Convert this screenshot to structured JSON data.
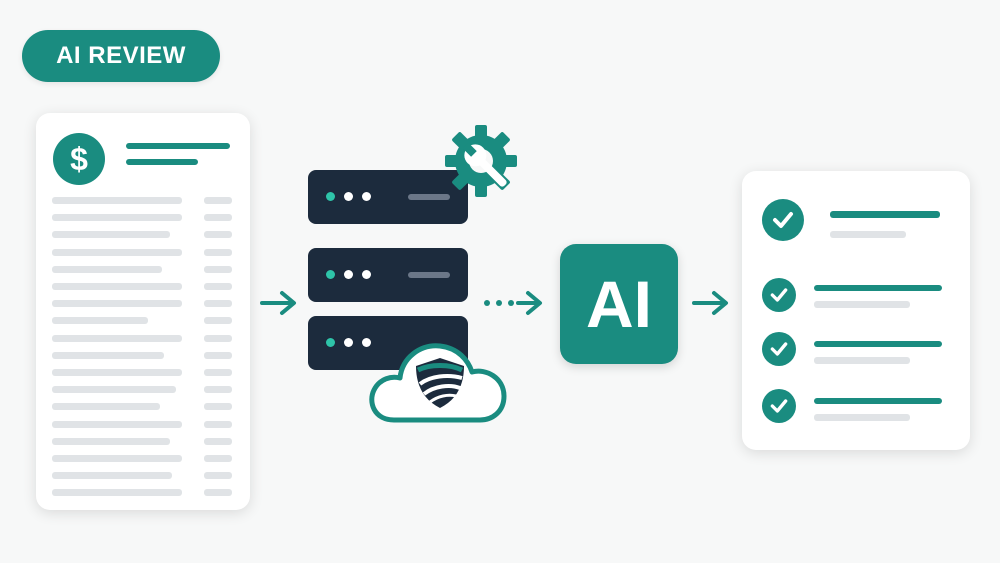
{
  "badge": {
    "label": "AI REVIEW"
  },
  "document": {
    "currency_symbol": "$",
    "body_line_count": 18
  },
  "ai_node": {
    "label": "AI"
  },
  "checklist": {
    "item_count": 4
  },
  "icons": {
    "document": "invoice-document-icon",
    "server": "server-stack-icon",
    "gear": "gear-wrench-icon",
    "cloud": "secure-cloud-icon",
    "ai": "ai-chip-icon",
    "check": "check-circle-icon"
  },
  "colors": {
    "accent": "#1a8c80",
    "server": "#1c2b3d",
    "led_teal": "#2ec4a9",
    "led_white": "#ffffff",
    "line_gray": "#e0e3e6",
    "card_bg": "#ffffff",
    "page_bg": "#f7f8f8"
  }
}
